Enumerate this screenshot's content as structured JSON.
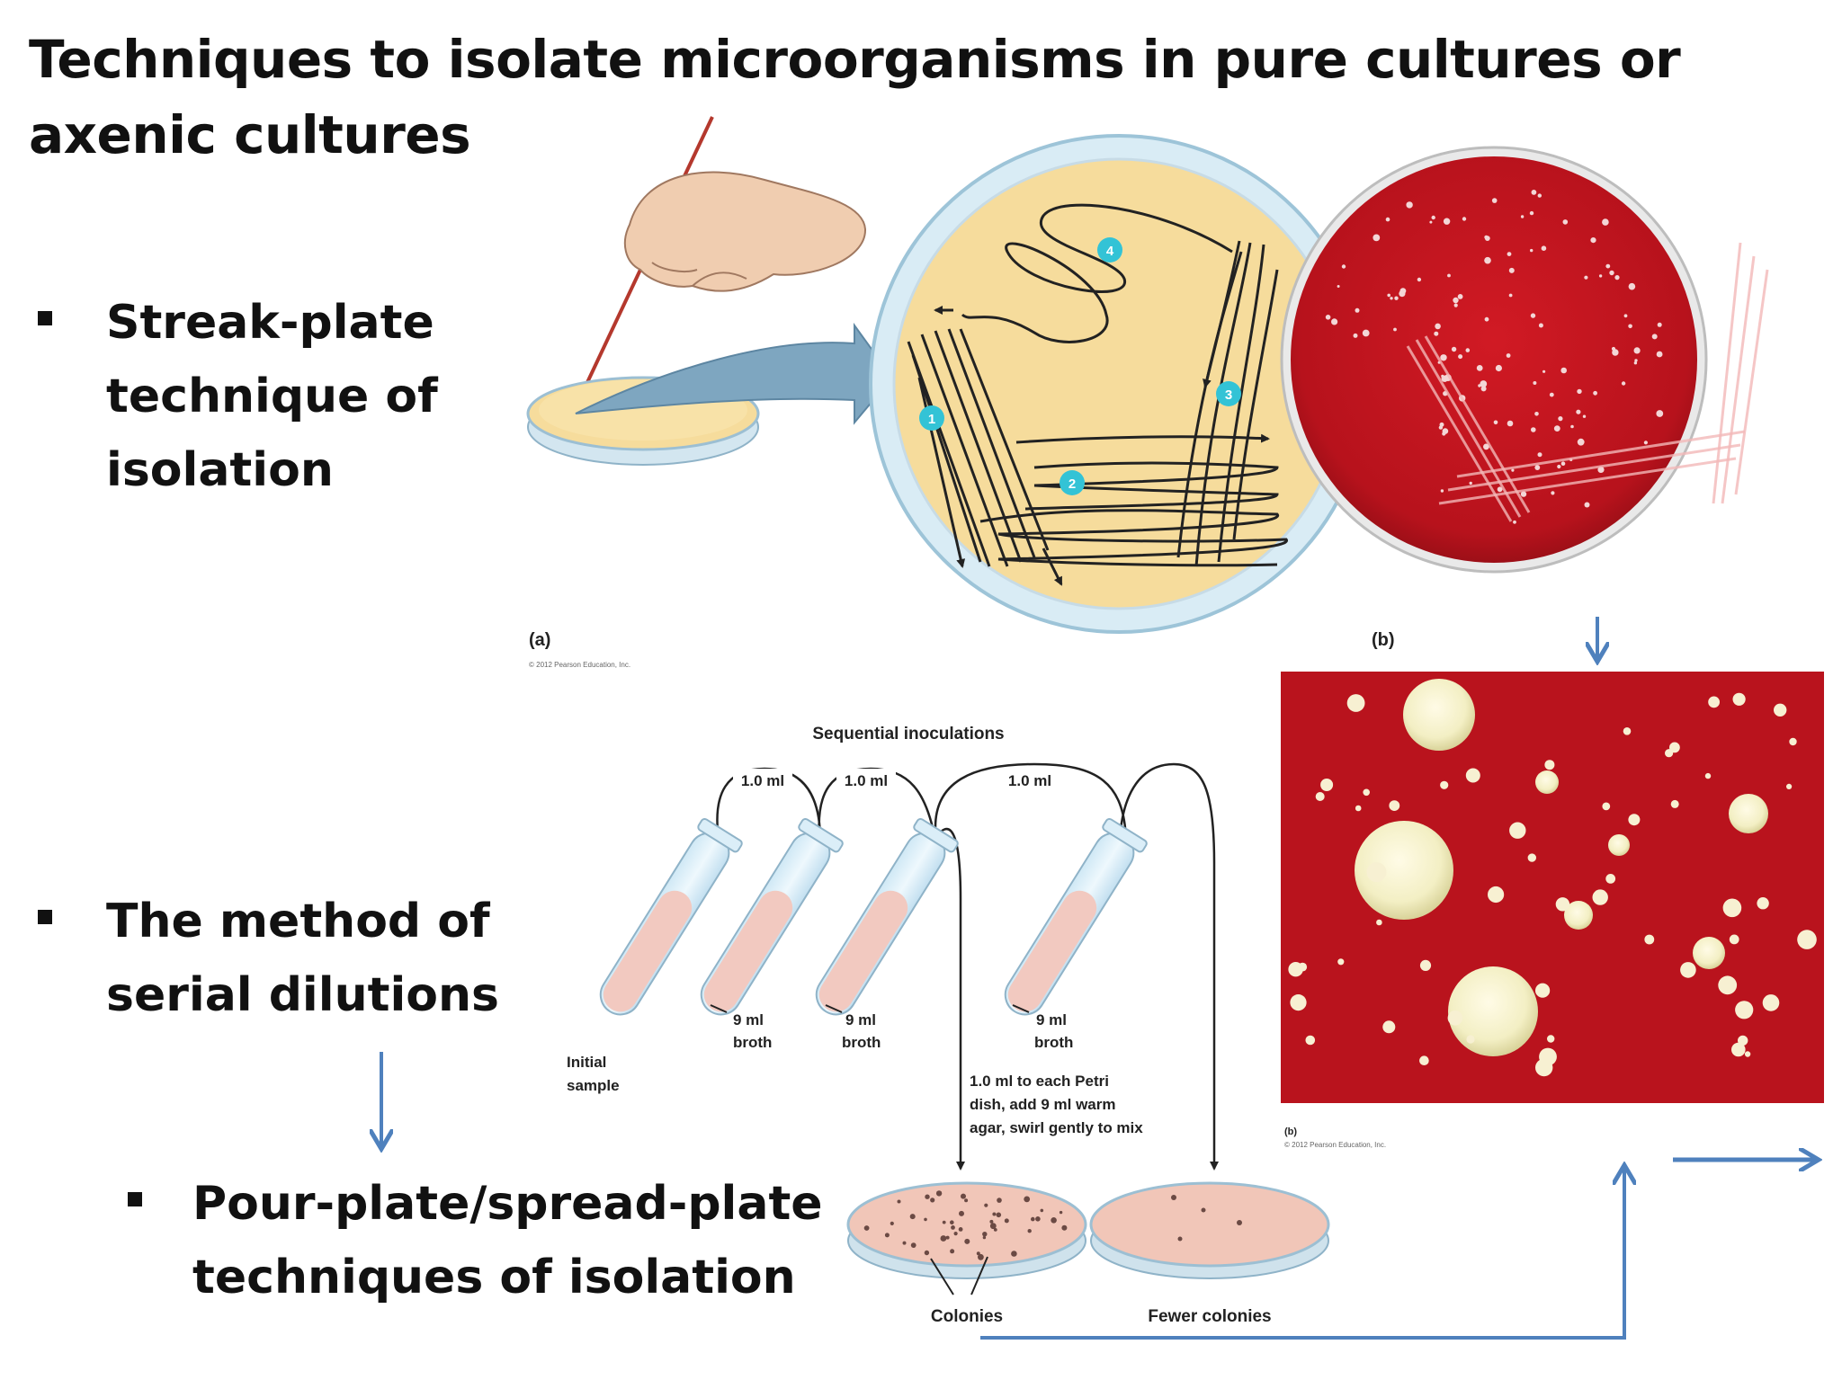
{
  "title": "Techniques to isolate microorganisms in pure cultures or axenic cultures",
  "bullets": [
    {
      "text": "Streak-plate technique of isolation"
    },
    {
      "text": "The method of serial dilutions"
    },
    {
      "text": "Pour-plate/spread-plate techniques of isolation"
    }
  ],
  "streak_figure": {
    "panel_a_label": "(a)",
    "credit": "© 2012 Pearson Education, Inc.",
    "steps": [
      "1",
      "2",
      "3",
      "4"
    ]
  },
  "photo_b": {
    "label": "(b)",
    "inset_label": "(b)",
    "inset_credit": "© 2012 Pearson Education, Inc."
  },
  "dilution_figure": {
    "heading": "Sequential inoculations",
    "transfers": [
      "1.0 ml",
      "1.0 ml",
      "1.0 ml"
    ],
    "initial_label": [
      "Initial",
      "sample"
    ],
    "tube_label": [
      "9 ml",
      "broth"
    ],
    "note": [
      "1.0 ml to each Petri",
      "dish, add 9 ml warm",
      "agar, swirl gently to mix"
    ],
    "plate_labels": [
      "Colonies",
      "Fewer colonies"
    ]
  },
  "colors": {
    "arrow": "#4f81bd",
    "agar": "#f6dc9c",
    "blood_agar": "#c0141f",
    "broth": "#f2c9c0",
    "step_badge": "#33c3d6"
  }
}
